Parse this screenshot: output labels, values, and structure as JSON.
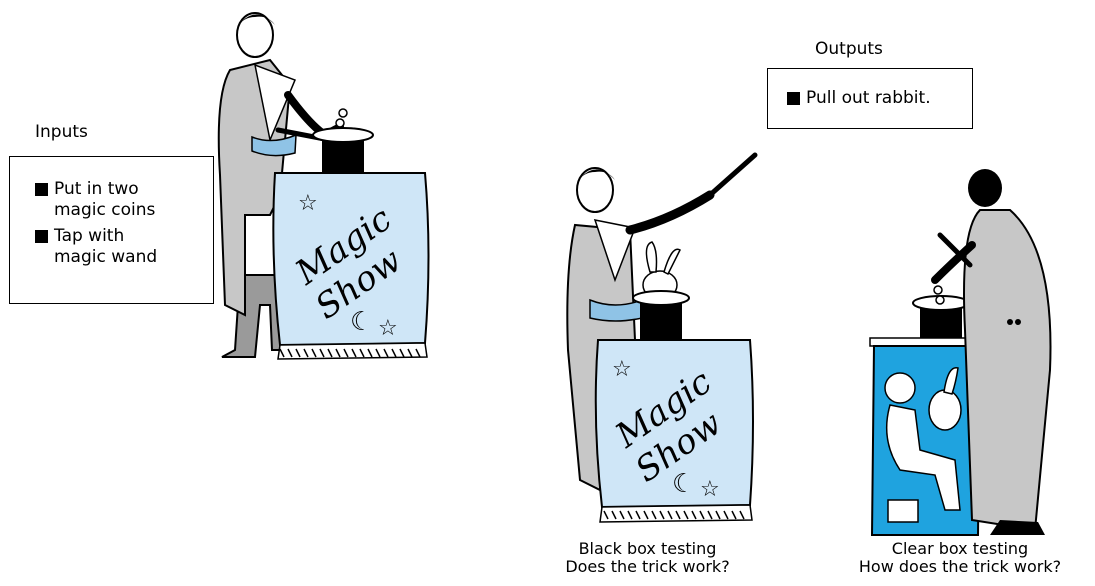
{
  "inputs": {
    "heading": "Inputs",
    "items": [
      {
        "line1": "Put in two",
        "line2": "magic coins"
      },
      {
        "line1": "Tap with",
        "line2": "magic wand"
      }
    ]
  },
  "outputs": {
    "heading": "Outputs",
    "items": [
      {
        "text": "Pull out rabbit."
      }
    ]
  },
  "banner": {
    "line1": "Magic",
    "line2": "Show"
  },
  "captions": {
    "black_box": {
      "line1": "Black box testing",
      "line2": "Does the trick work?"
    },
    "clear_box": {
      "line1": "Clear box testing",
      "line2": "How does the trick work?"
    }
  },
  "colors": {
    "banner": "#cfe6f7",
    "curtain": "#1fa3df",
    "suit": "#c7c7c7",
    "sash": "#8fc3e6"
  }
}
